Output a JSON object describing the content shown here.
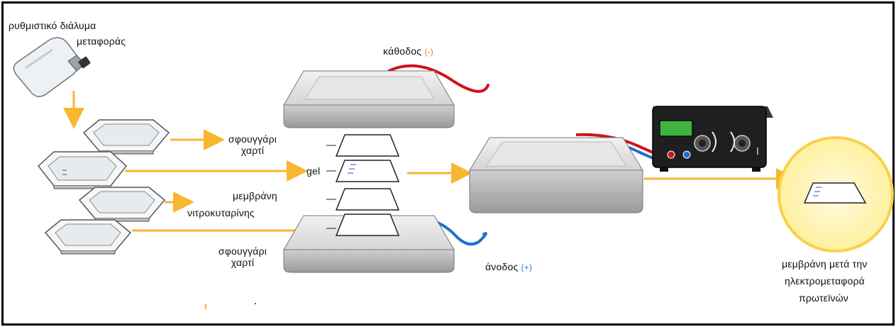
{
  "labels": {
    "buffer_line1": "ρυθμιστικό διάλυμα",
    "buffer_line2": "μεταφοράς",
    "cathode": "κάθοδος",
    "cathode_sign": "(-)",
    "anode": "άνοδος",
    "anode_sign": "(+)",
    "sponge_paper_top_1": "σφουγγάρι",
    "sponge_paper_top_2": "χαρτί",
    "gel": "gel",
    "membrane_line1": "μεμβράνη",
    "membrane_line2": "νιτροκυταρίνης",
    "sponge_paper_bottom_1": "σφουγγάρι",
    "sponge_paper_bottom_2": "χαρτί",
    "result_line1": "μεμβράνη μετά την",
    "result_line2": "ηλεκτρομεταφορά",
    "result_line3": "πρωτεϊνών"
  },
  "colors": {
    "arrow": "#f7b731",
    "cathode_wire": "#d0121b",
    "anode_wire": "#1f6fd1",
    "device_body": "#d9d9d9",
    "power_supply": "#222222",
    "display": "#3fb33f",
    "result_circle": "#fff3a8"
  },
  "icons": [
    "buffer-bottle-icon",
    "tray-icon",
    "electrode-plate-icon",
    "power-supply-icon",
    "transfer-tank-icon"
  ]
}
